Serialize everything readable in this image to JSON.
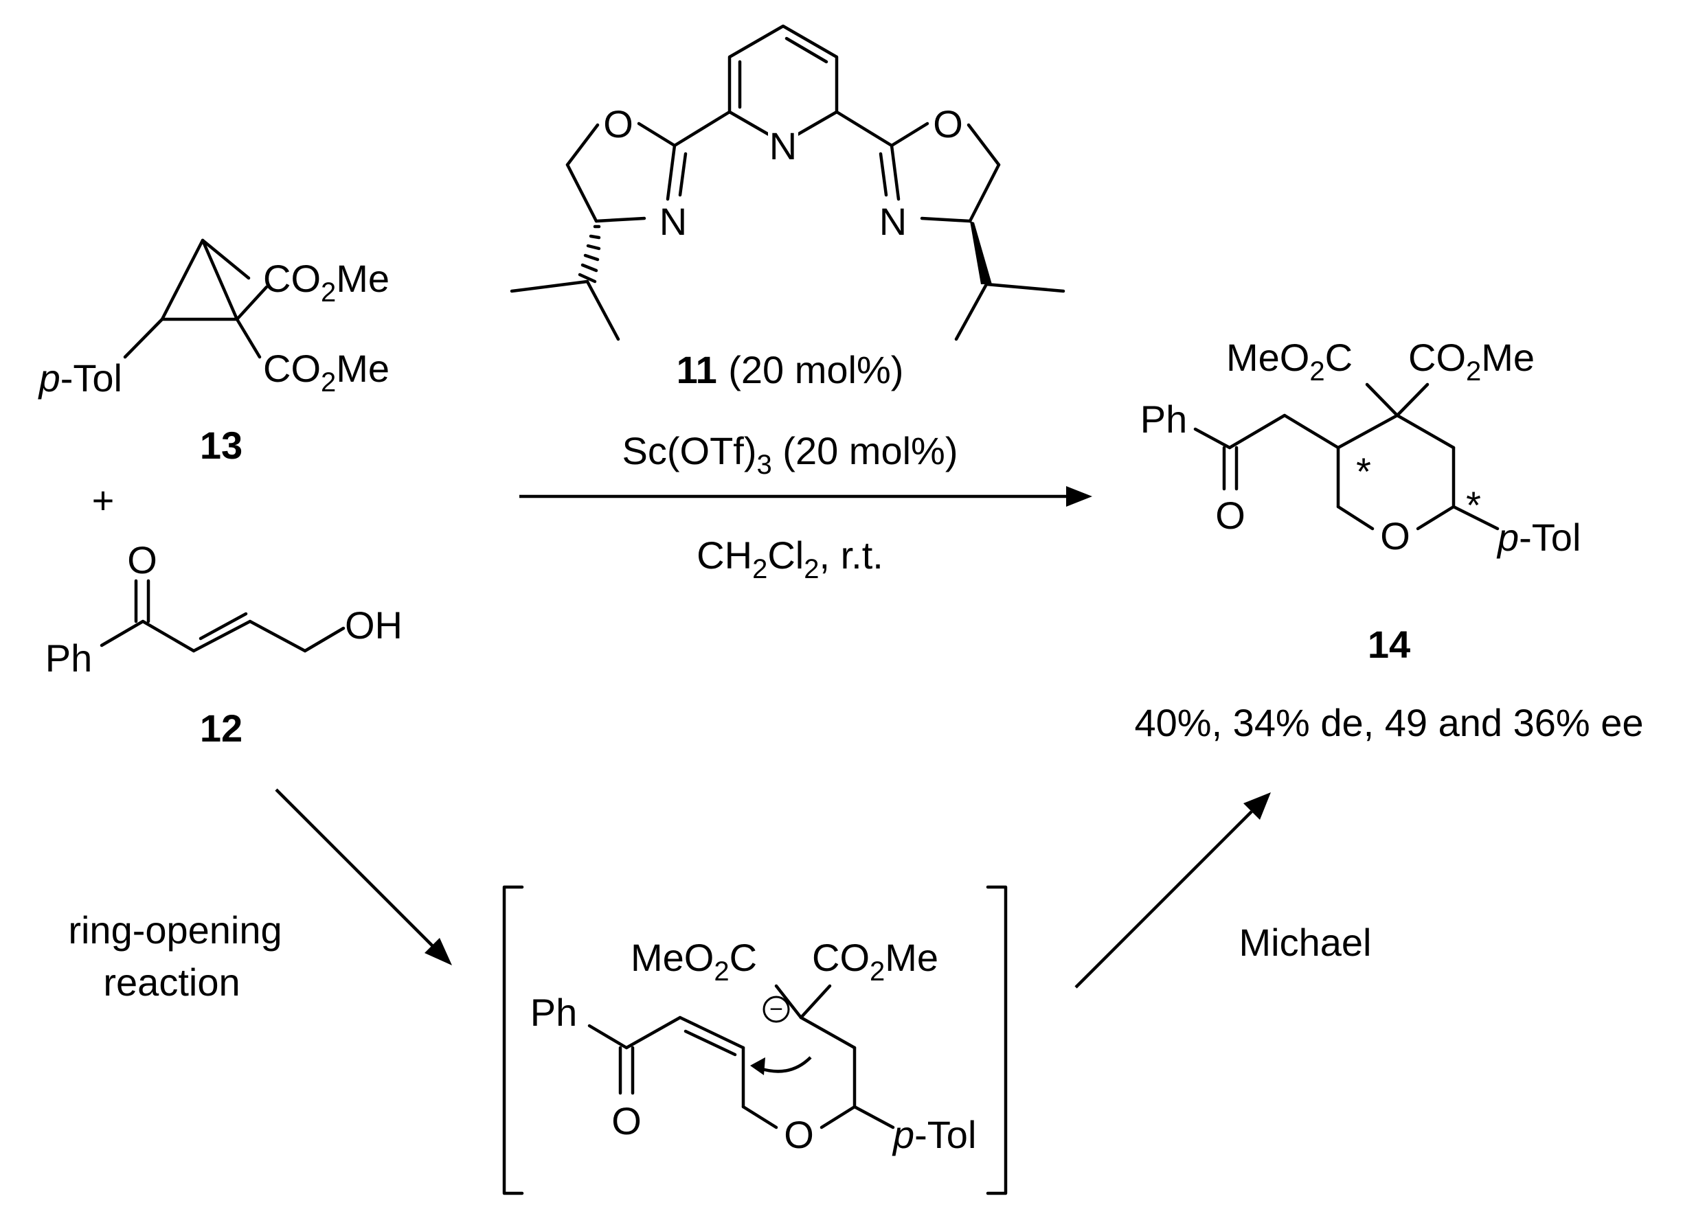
{
  "compounds": {
    "c13": {
      "number": "13",
      "substituent": "p-Tol",
      "ester_top": "CO2Me",
      "ester_bottom": "CO2Me"
    },
    "c12": {
      "number": "12",
      "phenyl": "Ph",
      "carbonyl_o": "O",
      "hydroxyl": "OH"
    },
    "c11": {
      "number": "11",
      "loading": "(20 mol%)",
      "ring_o": "O",
      "ring_n": "N",
      "pyridine_n": "N"
    },
    "c14": {
      "number": "14",
      "ester_left": "MeO2C",
      "ester_right": "CO2Me",
      "phenyl": "Ph",
      "carbonyl_o": "O",
      "ring_o": "O",
      "substituent": "p-Tol",
      "stereo_mark": "*",
      "result": "40%, 34% de, 49 and 36% ee"
    },
    "intermediate": {
      "ester_left": "MeO2C",
      "ester_right": "CO2Me",
      "phenyl": "Ph",
      "carbonyl_o": "O",
      "ether_o": "O",
      "substituent": "p-Tol",
      "charge": "−"
    }
  },
  "plus_sign": "+",
  "conditions": {
    "catalyst": "Sc(OTf)3 (20 mol%)",
    "solvent": "CH2Cl2, r.t."
  },
  "steps": {
    "first": "ring-opening reaction",
    "second": "Michael"
  }
}
